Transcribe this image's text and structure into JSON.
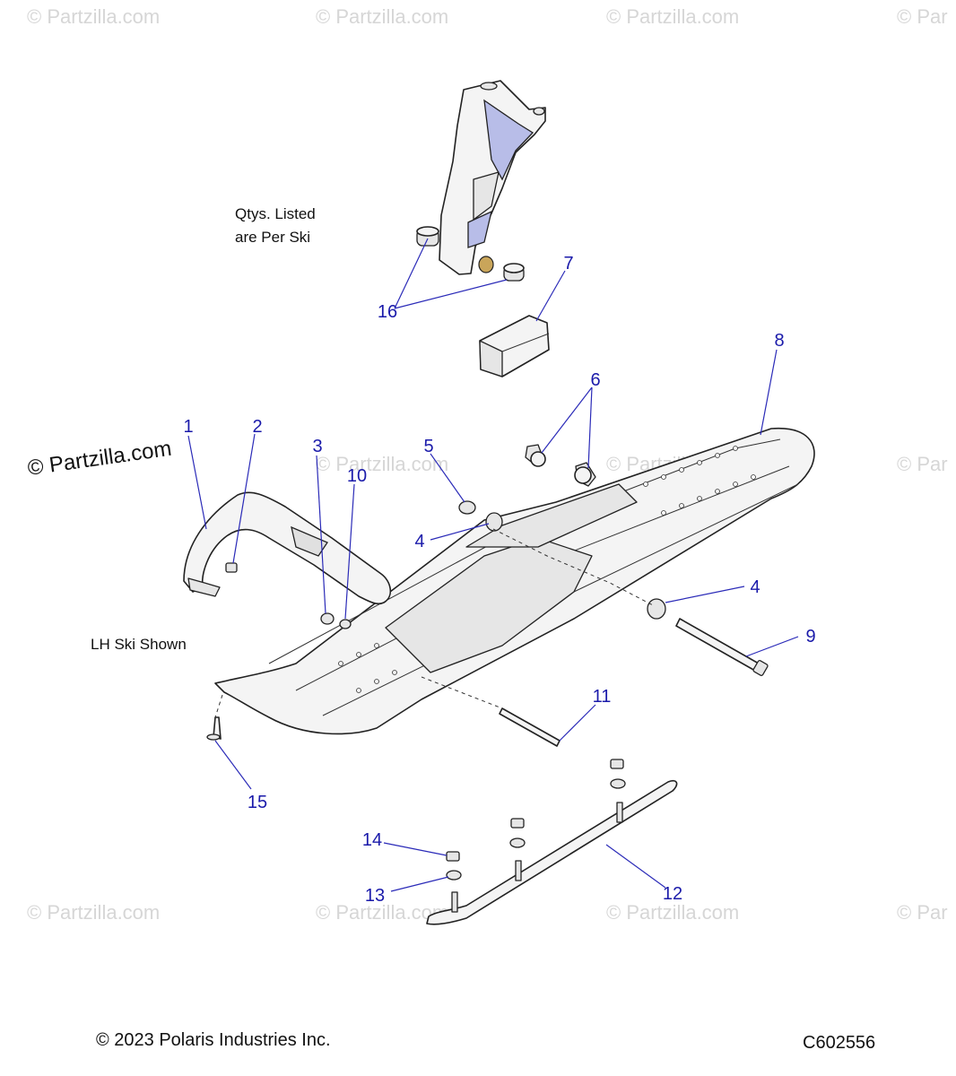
{
  "watermarks": {
    "text": "© Partzilla.com",
    "short": "© Par",
    "center": "© Partzilla.com"
  },
  "notes": {
    "qty_line1": "Qtys. Listed",
    "qty_line2": "are Per Ski",
    "side": "LH Ski Shown"
  },
  "footer": {
    "copyright": "© 2023 Polaris Industries Inc.",
    "code": "C602556"
  },
  "callouts": [
    {
      "id": "callout-1",
      "label": "1"
    },
    {
      "id": "callout-2",
      "label": "2"
    },
    {
      "id": "callout-3",
      "label": "3"
    },
    {
      "id": "callout-4a",
      "label": "4"
    },
    {
      "id": "callout-4b",
      "label": "4"
    },
    {
      "id": "callout-5",
      "label": "5"
    },
    {
      "id": "callout-6",
      "label": "6"
    },
    {
      "id": "callout-7",
      "label": "7"
    },
    {
      "id": "callout-8",
      "label": "8"
    },
    {
      "id": "callout-9",
      "label": "9"
    },
    {
      "id": "callout-10",
      "label": "10"
    },
    {
      "id": "callout-11",
      "label": "11"
    },
    {
      "id": "callout-12",
      "label": "12"
    },
    {
      "id": "callout-13",
      "label": "13"
    },
    {
      "id": "callout-14",
      "label": "14"
    },
    {
      "id": "callout-15",
      "label": "15"
    },
    {
      "id": "callout-16",
      "label": "16"
    }
  ],
  "colors": {
    "callout": "#1a1aaa",
    "part_fill": "#f4f4f4",
    "accent_blue": "#b8bde8"
  }
}
